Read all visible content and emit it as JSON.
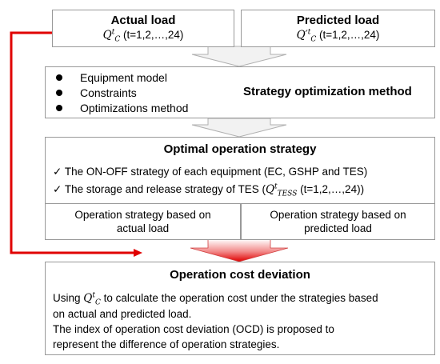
{
  "actual_load": {
    "title": "Actual load",
    "symbol": "Q",
    "sup": "t",
    "sub": "C",
    "range": " (t=1,2,…,24)"
  },
  "predicted_load": {
    "title": "Predicted load",
    "symbol": "Q′",
    "sup": "t",
    "sub": "C",
    "range": " (t=1,2,…,24)"
  },
  "strategy_box": {
    "bullets": [
      "Equipment model",
      "Constraints",
      "Optimizations method"
    ],
    "title": "Strategy optimization method"
  },
  "optimal_box": {
    "title": "Optimal operation strategy",
    "line1": "✓ The ON-OFF strategy of each equipment (EC, GSHP and TES)",
    "line2_prefix": "✓ The storage and release strategy of TES (",
    "line2_symbol": "Q",
    "line2_sup": "t",
    "line2_sub": "TESS",
    "line2_suffix": " (t=1,2,…,24))",
    "left_line1": "Operation strategy based on",
    "left_line2": "actual load",
    "right_line1": "Operation strategy based on",
    "right_line2": "predicted load"
  },
  "deviation_box": {
    "title": "Operation cost deviation",
    "line1_prefix": "Using ",
    "line1_symbol": "Q",
    "line1_sup": "t",
    "line1_sub": "C",
    "line1_suffix": " to calculate the operation cost under the strategies based",
    "line2": "on actual and predicted load.",
    "line3": "The index of operation cost deviation (OCD) is proposed to",
    "line4": "represent the difference of  operation strategies."
  },
  "colors": {
    "arrow_red": "#e00000",
    "box_border": "#999999",
    "block_arrow_fill": "#f2f2f2",
    "block_arrow_stroke": "#b0b0b0"
  }
}
